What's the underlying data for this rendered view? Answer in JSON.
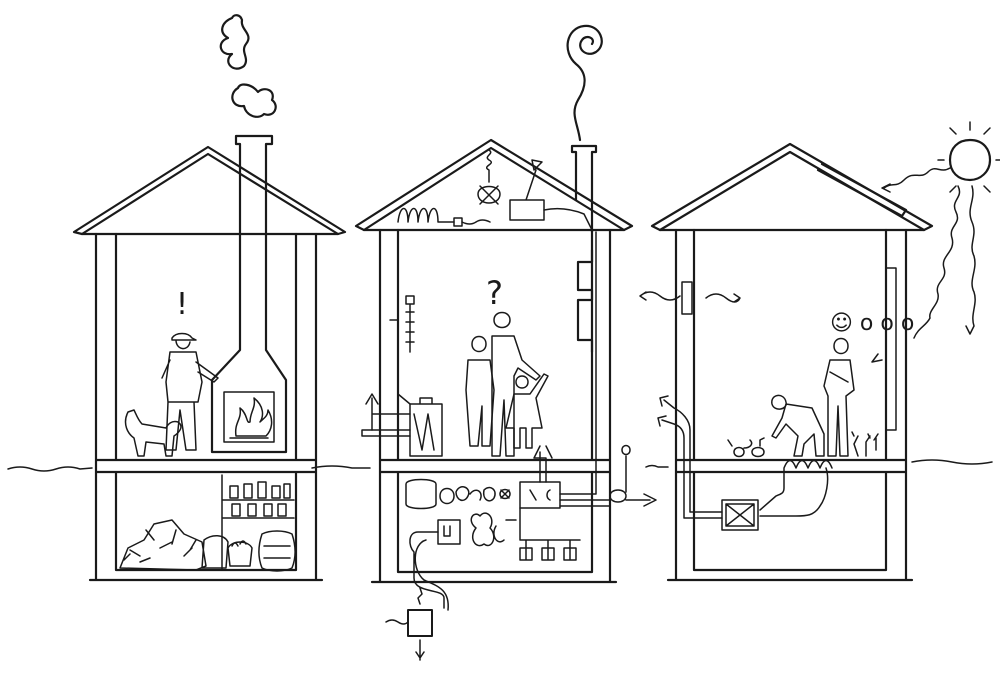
{
  "houses": [
    {
      "id": "fireplace-house",
      "symbol": "!"
    },
    {
      "id": "central-heating-house",
      "symbol": "?"
    },
    {
      "id": "passive-solar-house",
      "symbol": "☺ o o o"
    }
  ],
  "colors": {
    "ink": "#1a1a1a",
    "paper": "#ffffff"
  },
  "icons": [
    "smoke-icon",
    "spiral-smoke-icon",
    "sun-icon",
    "fire-icon",
    "boiler-icon",
    "heat-exchanger-icon",
    "solar-panel-icon",
    "thermostat-icon"
  ]
}
